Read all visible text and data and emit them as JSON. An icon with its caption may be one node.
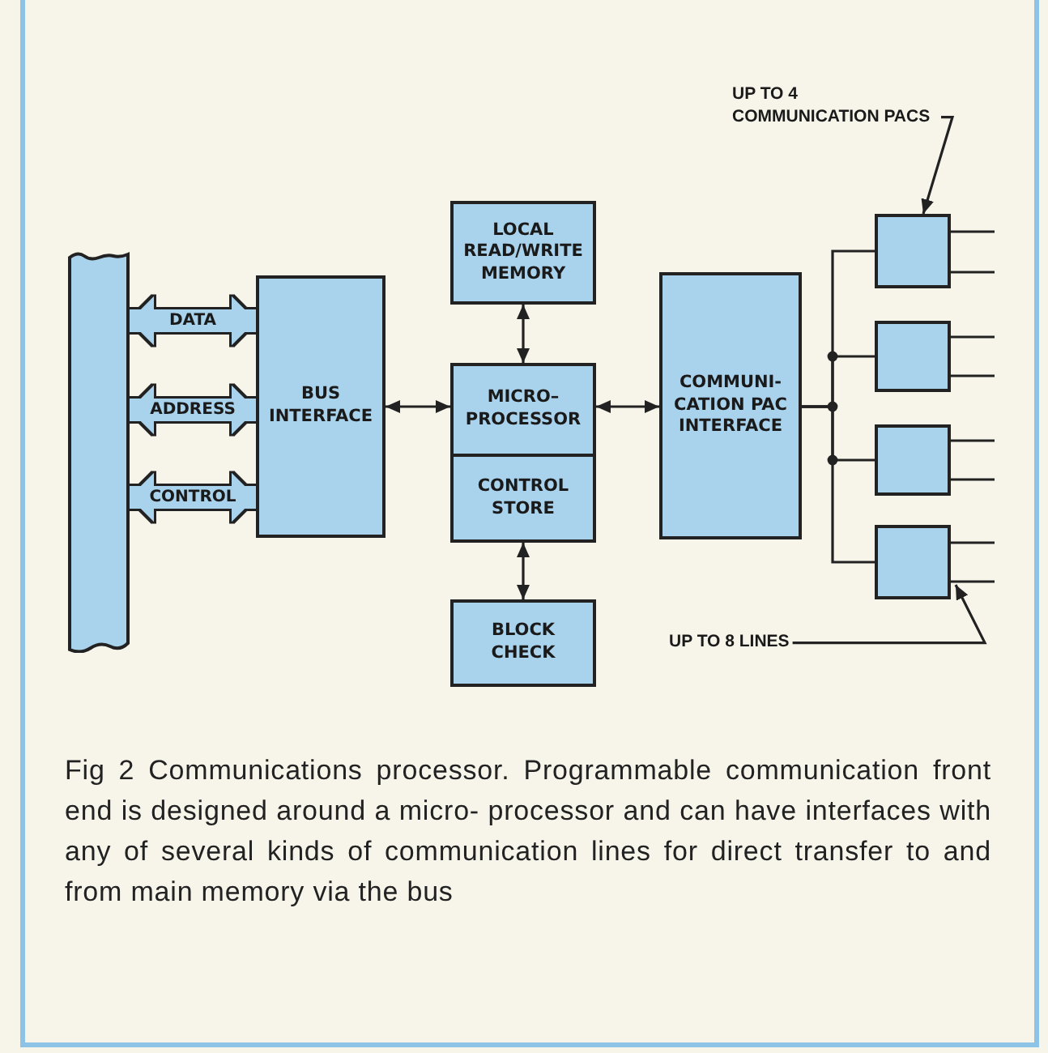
{
  "diagram": {
    "caption": "Fig 2 Communications processor. Programmable communication front end is designed around a micro- processor and can have interfaces with any of several kinds of communication lines for direct transfer to and from main memory via the bus",
    "nodes": [
      {
        "text": [],
        "shape": "bar"
      },
      {
        "text": [
          "BUS INTERFACE"
        ]
      },
      {
        "text": [
          "LOCAL READ/WRITE MEMORY"
        ]
      },
      {
        "text": [
          "MICRO– PROCESSOR"
        ]
      },
      {
        "text": [
          "CONTROL STORE"
        ]
      },
      {
        "text": [
          "BLOCK CHECK"
        ]
      },
      {
        "text": [
          "COMMUNI- CATION PAC INTERFACE"
        ]
      },
      {
        "text": [],
        "shape": "box"
      },
      {
        "text": [],
        "shape": "box"
      },
      {
        "text": [],
        "shape": "box"
      },
      {
        "text": [],
        "shape": "box"
      },
      {
        "text": [
          "UP TO 4 COMMUNICATION PACS"
        ]
      },
      {
        "text": [
          "UP TO 8 LINES"
        ]
      }
    ],
    "edges": [
      {
        "from": 0,
        "to": 1,
        "arrow": "both",
        "label": "DATA",
        "style": "thick",
        "color": "#a9d2ec"
      },
      {
        "from": 0,
        "to": 1,
        "arrow": "both",
        "label": "ADDRESS",
        "style": "thick",
        "color": "#a9d2ec"
      },
      {
        "from": 0,
        "to": 1,
        "arrow": "both",
        "label": "CONTROL",
        "style": "thick",
        "color": "#a9d2ec"
      },
      {
        "from": 1,
        "to": 3,
        "arrow": "both"
      },
      {
        "from": 2,
        "to": 3,
        "arrow": "both"
      },
      {
        "from": 4,
        "to": 5,
        "arrow": "both"
      },
      {
        "from": 3,
        "to": 6,
        "arrow": "both"
      },
      {
        "from": 6,
        "to": 7,
        "arrow": "none"
      },
      {
        "from": 6,
        "to": 8,
        "arrow": "none"
      },
      {
        "from": 6,
        "to": 9,
        "arrow": "none"
      },
      {
        "from": 6,
        "to": 10,
        "arrow": "none"
      },
      {
        "from": 7,
        "to": null,
        "arrow": "none"
      },
      {
        "from": 7,
        "to": null,
        "arrow": "none"
      },
      {
        "from": 8,
        "to": null,
        "arrow": "none"
      },
      {
        "from": 8,
        "to": null,
        "arrow": "none"
      },
      {
        "from": 9,
        "to": null,
        "arrow": "none"
      },
      {
        "from": 9,
        "to": null,
        "arrow": "none"
      },
      {
        "from": 10,
        "to": null,
        "arrow": "none"
      },
      {
        "from": 10,
        "to": null,
        "arrow": "none"
      },
      {
        "from": 11,
        "to": 7,
        "arrow": "to"
      },
      {
        "from": 12,
        "to": 10,
        "arrow": "to"
      }
    ]
  }
}
